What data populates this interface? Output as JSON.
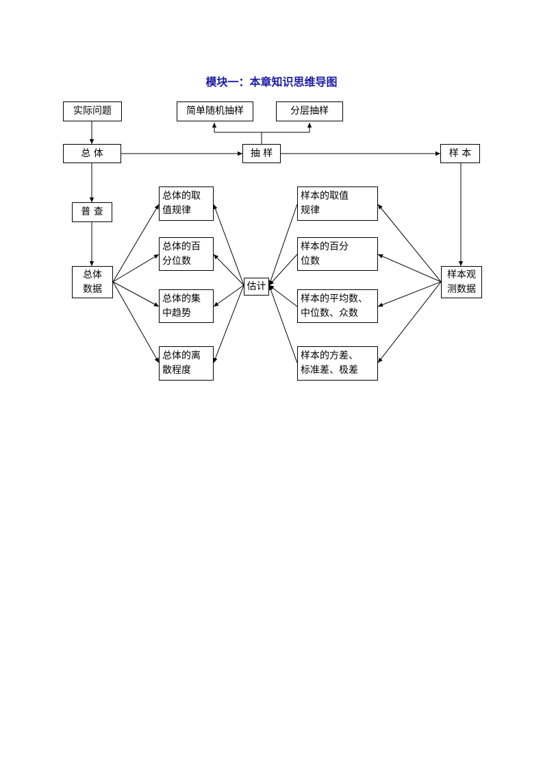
{
  "title": "模块一：本章知识思维导图",
  "nodes": {
    "shiji_wenti": "实际问题",
    "jiandan_suiji": "简单随机抽样",
    "fenceng": "分层抽样",
    "zongti": "总 体",
    "chouyang": "抽 样",
    "yangben": "样 本",
    "pucha": "普 查",
    "zongti_shuju": "总体\n数据",
    "gu_ji": "估计",
    "yangben_guance": "样本观\n测数据",
    "zt_quzhi": "总体的取\n值规律",
    "zt_baifen": "总体的百\n分位数",
    "zt_jizhong": "总体的集\n中趋势",
    "zt_lisan": "总体的离\n散程度",
    "yb_quzhi": " 样本的取值\n 规律",
    "yb_baifen": " 样本的百分\n 位数",
    "yb_pingjun": "样本的平均数、\n中位数、众数",
    "yb_fangcha": " 样本的方差、\n 标准差、极差"
  }
}
